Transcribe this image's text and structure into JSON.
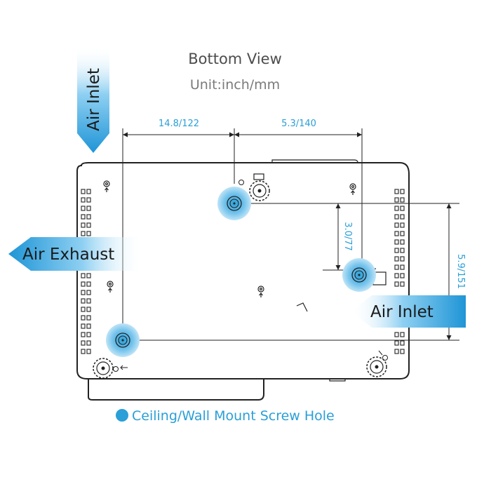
{
  "title": "Bottom View",
  "unit": "Unit:inch/mm",
  "dimensions": {
    "top_left": "14.8/122",
    "top_right": "5.3/140",
    "inner_vertical": "3.0/77",
    "outer_vertical": "5.9/151"
  },
  "airflow": {
    "inlet_top": "Air Inlet",
    "exhaust_left": "Air Exhaust",
    "inlet_right": "Air Inlet"
  },
  "legend": {
    "label": "Ceiling/Wall Mount Screw Hole",
    "color": "#2a9fd8"
  },
  "colors": {
    "accent": "#2a9fd8",
    "line": "#222222"
  }
}
